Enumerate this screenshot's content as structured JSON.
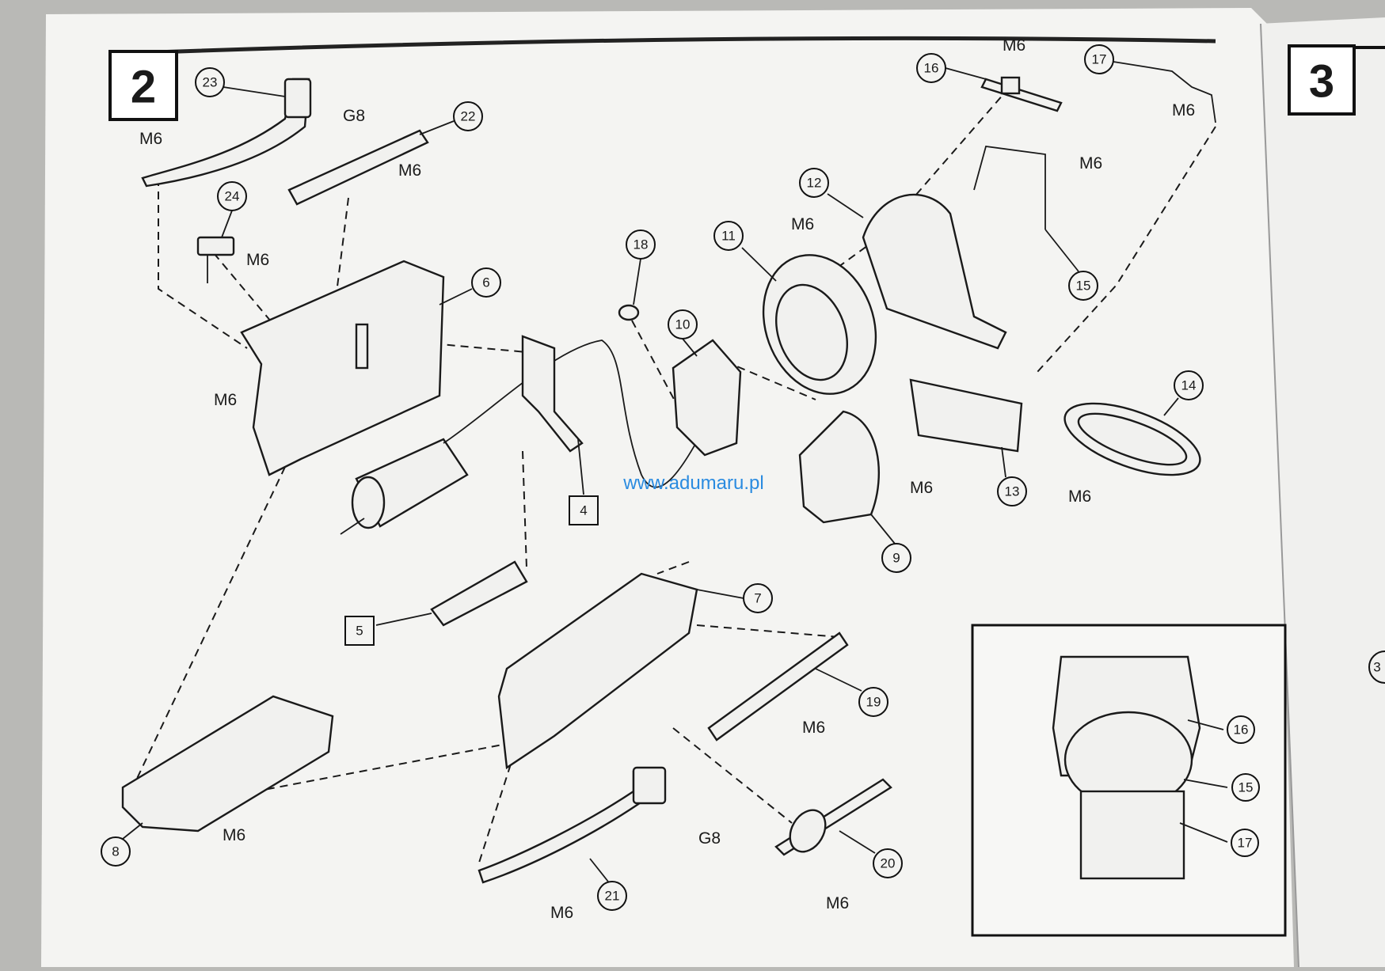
{
  "manual": {
    "steps": [
      {
        "number": "2"
      },
      {
        "number": "3"
      }
    ],
    "watermark": "www.adumaru.pl",
    "part_callouts": [
      "23",
      "22",
      "24",
      "6",
      "18",
      "11",
      "12",
      "10",
      "16",
      "17",
      "15",
      "14",
      "13",
      "9",
      "7",
      "19",
      "20",
      "21",
      "8"
    ],
    "boxed_callouts": [
      "4",
      "5"
    ],
    "inset_callouts": [
      "16",
      "15",
      "17"
    ],
    "material_label": "M6",
    "alt_material_label": "G8",
    "right_page_callout": "3"
  }
}
